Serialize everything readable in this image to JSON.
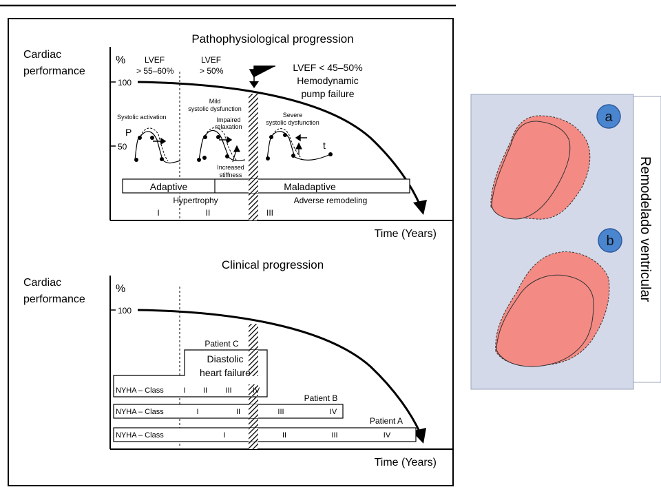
{
  "top": {
    "title": "Pathophysiological progression",
    "ylabel_line1": "Cardiac",
    "ylabel_line2": "performance",
    "unit": "%",
    "tick_100": "100",
    "tick_50": "50",
    "lvef1_line1": "LVEF",
    "lvef1_line2": "> 55–60%",
    "lvef2_line1": "LVEF",
    "lvef2_line2": "> 50%",
    "lvef3_line1": "LVEF < 45–50%",
    "lvef3_line2": "Hemodynamic",
    "lvef3_line3": "pump failure",
    "systolic_activation": "Systolic activation",
    "mild_line1": "Mild",
    "mild_line2": "systolic dysfunction",
    "impaired_line1": "Impaired",
    "impaired_line2": "relaxation",
    "increased_line1": "Increased",
    "increased_line2": "stiffness",
    "severe_line1": "Severe",
    "severe_line2": "systolic dysfunction",
    "p_label": "P",
    "t_label": "t",
    "adaptive": "Adaptive",
    "maladaptive": "Maladaptive",
    "hypertrophy": "Hypertrophy",
    "adverse": "Adverse remodeling",
    "stage1": "I",
    "stage2": "II",
    "stage3": "III",
    "xlabel": "Time (Years)"
  },
  "bottom": {
    "title": "Clinical progression",
    "ylabel_line1": "Cardiac",
    "ylabel_line2": "performance",
    "unit": "%",
    "tick_100": "100",
    "patient_c": "Patient C",
    "diastolic_line1": "Diastolic",
    "diastolic_line2": "heart failure",
    "patient_b": "Patient B",
    "patient_a": "Patient A",
    "nyha": "NYHA – Class",
    "rowC": [
      "I",
      "II",
      "III",
      "IV"
    ],
    "rowB": [
      "I",
      "II",
      "III",
      "IV"
    ],
    "rowA": [
      "I",
      "II",
      "III",
      "IV"
    ],
    "xlabel": "Time (Years)"
  },
  "side": {
    "badge_a": "a",
    "badge_b": "b",
    "vertical_title": "Remodelado ventricular",
    "panel_color": "#d4d9ea",
    "heart_fill": "#f38a84",
    "badge_color": "#4a86d0"
  }
}
